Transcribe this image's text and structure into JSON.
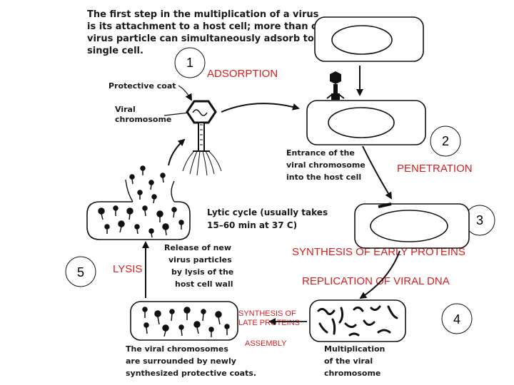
{
  "intro_text": [
    "The first step in the multiplication of a virus",
    "is its attachment to a host cell; more than one",
    "virus particle can simultaneously adsorb to a",
    "single cell."
  ],
  "step_numbers": [
    "1",
    "2",
    "3",
    "4",
    "5"
  ],
  "stage_labels": {
    "adsorption": "ADSORPTION",
    "penetration": "PENETRATION",
    "synthesis_early": "SYNTHESIS OF EARLY PROTEINS",
    "replication": "REPLICATION OF VIRAL DNA",
    "synthesis_late_1": "SYNTHESIS OF",
    "synthesis_late_2": "LATE PROTEINS",
    "assembly": "ASSEMBLY",
    "lysis": "LYSIS"
  },
  "annotations": {
    "protective_coat": "Protective coat",
    "viral_chromosome_1": "Viral",
    "viral_chromosome_2": "chromosome",
    "entrance": [
      "Entrance of the",
      "viral chromosome",
      "into the host cell"
    ],
    "lytic_cycle": [
      "Lytic cycle (usually takes",
      "15–60 min  at 37  C)"
    ],
    "release": [
      "Release of new",
      "virus particles",
      "by lysis of the",
      "host cell wall"
    ],
    "surrounded": [
      "The viral chromosomes",
      "are surrounded by newly",
      "synthesized protective coats."
    ],
    "multiplication": [
      "Multiplication",
      "of the viral",
      "chromosome"
    ]
  }
}
